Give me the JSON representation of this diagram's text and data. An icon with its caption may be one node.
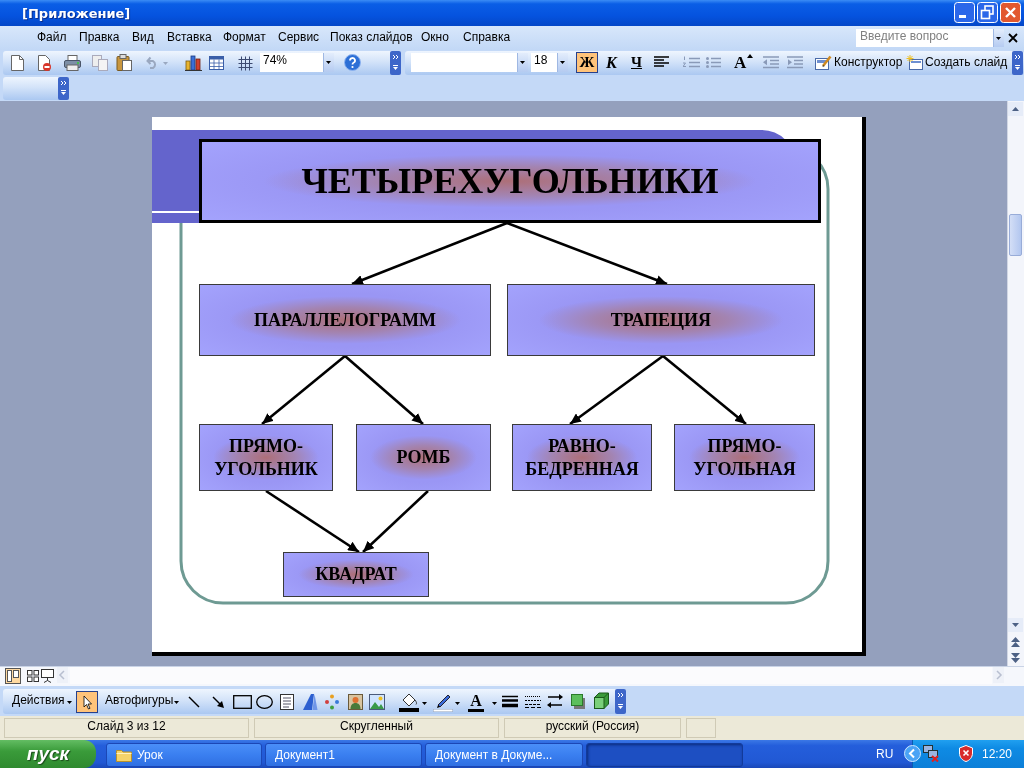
{
  "diagram": {
    "nodes": [
      {
        "text": [
          "ЧЕТЫРЕХУГОЛЬНИКИ"
        ]
      },
      {
        "text": [
          "ПАРАЛЛЕЛОГРАММ"
        ]
      },
      {
        "text": [
          "ТРАПЕЦИЯ"
        ]
      },
      {
        "text": [
          "ПРЯМО- УГОЛЬНИК"
        ]
      },
      {
        "text": [
          "РОМБ"
        ]
      },
      {
        "text": [
          "РАВНО- БЕДРЕННАЯ"
        ]
      },
      {
        "text": [
          "ПРЯМО- УГОЛЬНАЯ"
        ]
      },
      {
        "text": [
          "КВАДРАТ"
        ]
      }
    ],
    "edges": [
      {
        "from": 0,
        "to": 1,
        "arrow": "to"
      },
      {
        "from": 0,
        "to": 2,
        "arrow": "to"
      },
      {
        "from": 1,
        "to": 3,
        "arrow": "to"
      },
      {
        "from": 1,
        "to": 4,
        "arrow": "to"
      },
      {
        "from": 2,
        "to": 5,
        "arrow": "to"
      },
      {
        "from": 2,
        "to": 6,
        "arrow": "to"
      },
      {
        "from": 3,
        "to": 7,
        "arrow": "to"
      },
      {
        "from": 4,
        "to": 7,
        "arrow": "to"
      }
    ],
    "labels": [
      "[Приложение]",
      "Файл",
      "Правка",
      "Вид",
      "Вставка",
      "Формат",
      "Сервис",
      "Показ слайдов",
      "Окно",
      "Справка",
      "Введите вопрос",
      "74%",
      "18",
      "Ж",
      "К",
      "Ч",
      "A",
      "Конструктор",
      "Создать слайд",
      "Действия",
      "Автофигуры",
      "A",
      "Слайд 3 из 12",
      "Скругленный",
      "русский (Россия)",
      "пуск",
      "Урок",
      "Документ1",
      "Документ в Докуме...",
      "RU",
      "12:20"
    ]
  }
}
